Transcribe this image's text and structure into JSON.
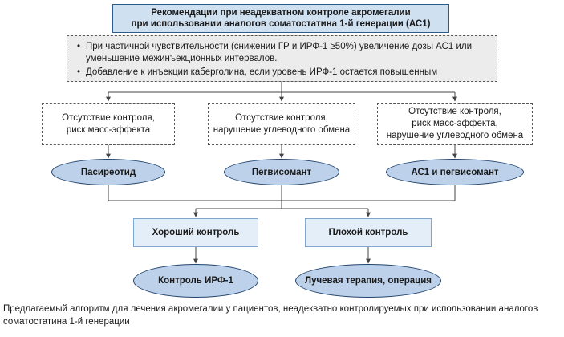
{
  "title": {
    "line1": "Рекомендации при неадекватном контроле акромегалии",
    "line2": "при использовании аналогов соматостатина 1-й генерации (АС1)"
  },
  "recommendations": [
    "При частичной чувствительности (снижении ГР и ИРФ-1 ≥50%) увеличение дозы АС1 или уменьшение межинъекционных интервалов.",
    "Добавление к инъекции каберголина, если уровень ИРФ-1 остается повышенным"
  ],
  "conditions": [
    {
      "line1": "Отсутствие контроля,",
      "line2": "риск масс-эффекта",
      "line3": ""
    },
    {
      "line1": "Отсутствие контроля,",
      "line2": "нарушение углеводного обмена",
      "line3": ""
    },
    {
      "line1": "Отсутствие контроля,",
      "line2": "риск масс-эффекта,",
      "line3": "нарушение углеводного обмена"
    }
  ],
  "treatments": [
    "Пасиреотид",
    "Пегвисомант",
    "АС1 и пегвисомант"
  ],
  "control": {
    "good": "Хороший контроль",
    "poor": "Плохой контроль"
  },
  "outcomes": {
    "good": "Контроль ИРФ-1",
    "poor": "Лучевая терапия, операция"
  },
  "caption": "Предлагаемый алгоритм для лечения акромегалии у пациентов, неадекватно контролируемых при использовании аналогов соматостатина 1-й генерации",
  "colors": {
    "title_fill": "#cfe0f1",
    "ellipse_fill": "#bdd1ea",
    "control_fill": "#e4eef8",
    "line": "#444444"
  }
}
